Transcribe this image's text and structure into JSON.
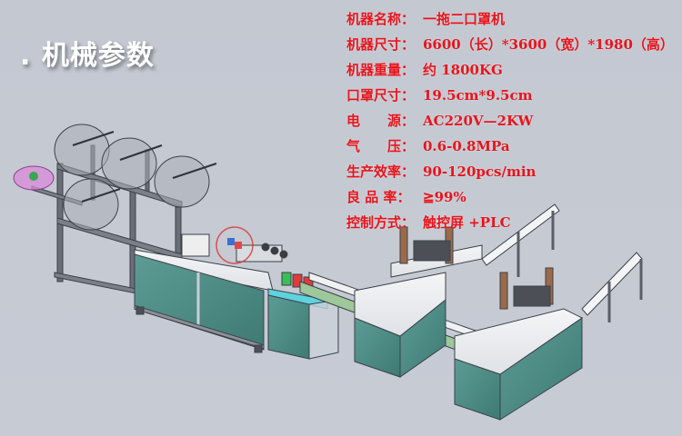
{
  "header": {
    "title": ". 机械参数"
  },
  "specs": [
    {
      "label": "机器名称：",
      "value": "一拖二口罩机"
    },
    {
      "label": "机器尺寸：",
      "value": "6600（长）*3600（宽）*1980（高）"
    },
    {
      "label": "机器重量：",
      "value": "约 1800KG"
    },
    {
      "label": "口罩尺寸：",
      "value": "19.5cm*9.5cm"
    },
    {
      "label": "电　　源：",
      "value": "AC220V—2KW"
    },
    {
      "label": "气　　压：",
      "value": "0.6-0.8MPa"
    },
    {
      "label": "生产效率：",
      "value": "90-120pcs/min"
    },
    {
      "label": "良 品 率：",
      "value": "≧99%"
    },
    {
      "label": "控制方式：",
      "value": "触控屏 +PLC"
    }
  ],
  "colors": {
    "background": "#c6cad3",
    "spec_text": "#e8141c",
    "title_text": "#ffffff",
    "cabinet_panel": "#4e8c86",
    "frame": "#5a5e66",
    "reel": "#9a9ea6",
    "ear_loop_reel": "#d68ad6",
    "stamp": "#d83a3a"
  },
  "drawing": {
    "description": "一拖二口罩机 3D 装配图",
    "stamp_logo": "company-seal"
  }
}
